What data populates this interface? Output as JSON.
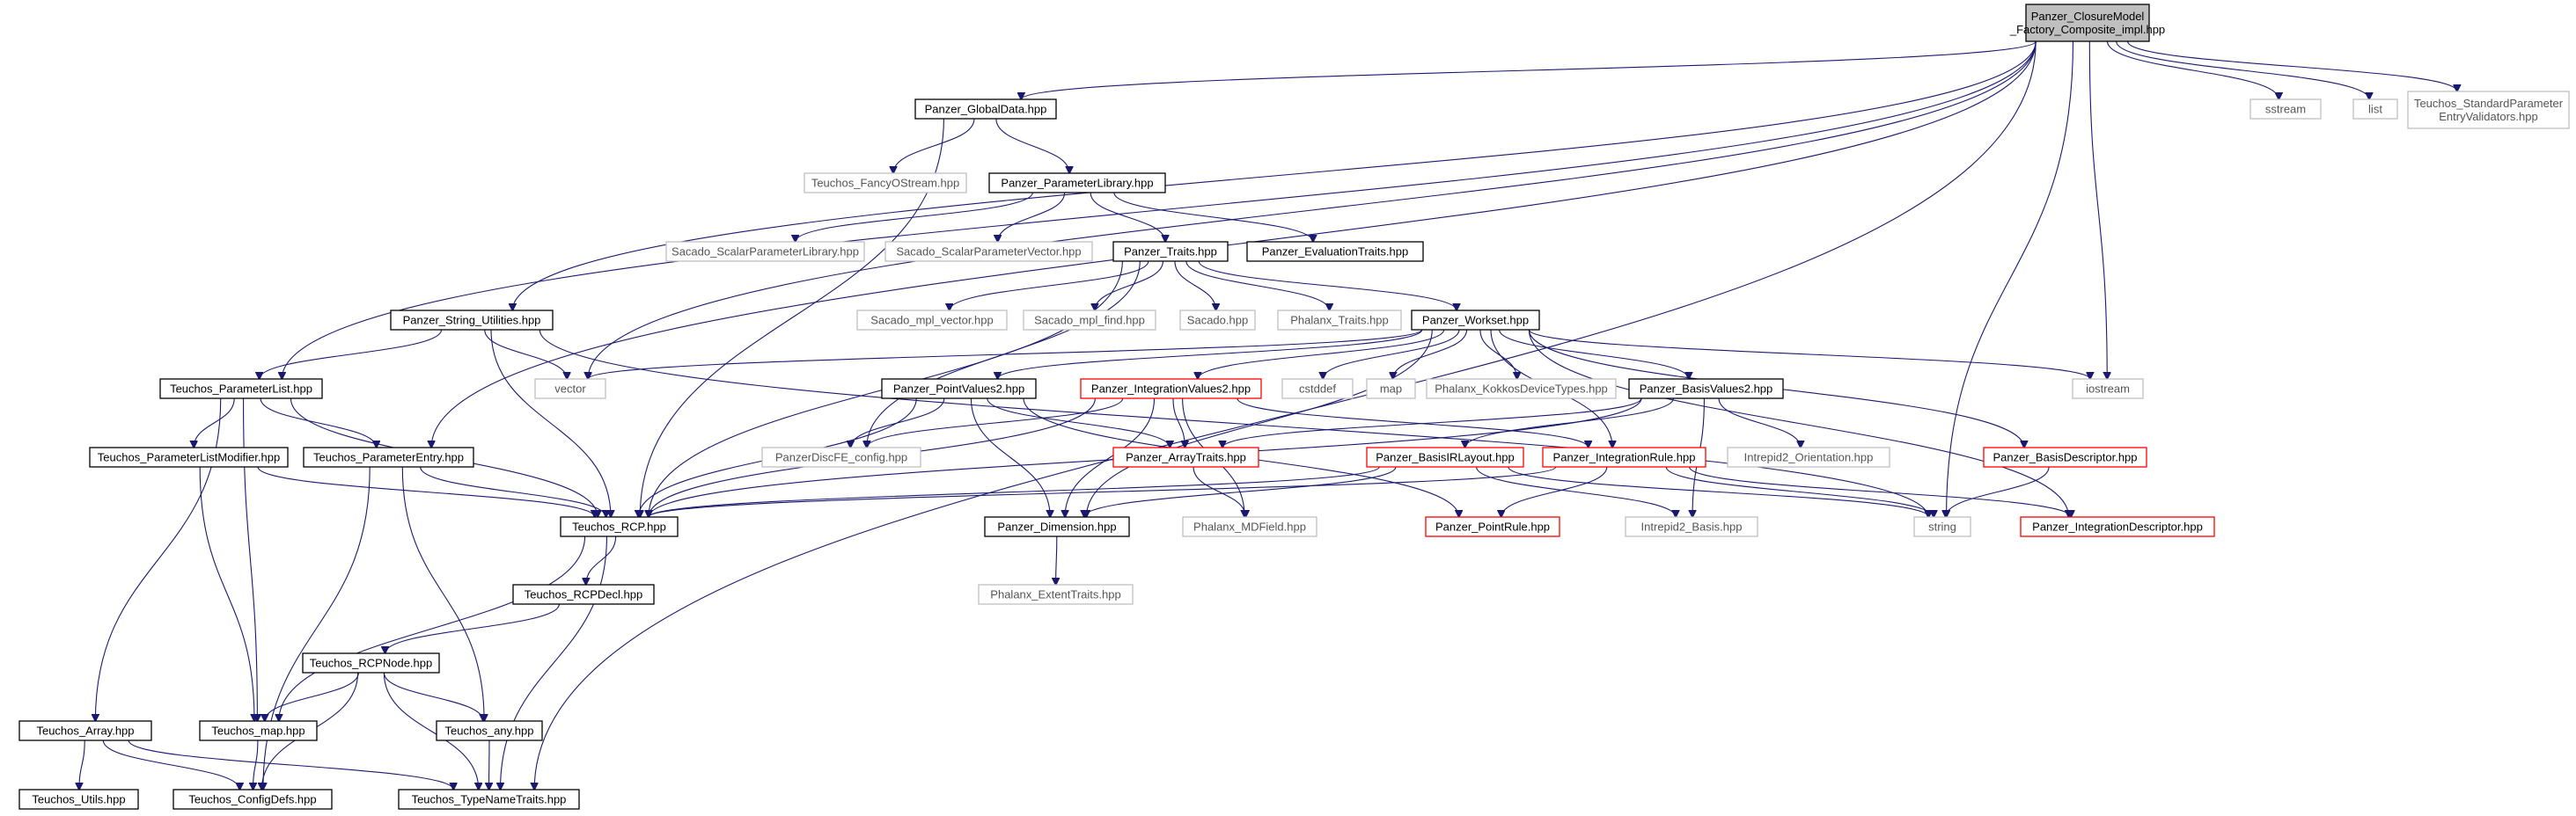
{
  "nodes": [
    {
      "id": "root",
      "lines": [
        "Panzer_ClosureModel",
        "_Factory_Composite_impl.hpp"
      ],
      "style": "root"
    },
    {
      "id": "global_data",
      "lines": [
        "Panzer_GlobalData.hpp"
      ],
      "style": "normal"
    },
    {
      "id": "sstream",
      "lines": [
        "sstream"
      ],
      "style": "external"
    },
    {
      "id": "list",
      "lines": [
        "list"
      ],
      "style": "external"
    },
    {
      "id": "std_param_validators",
      "lines": [
        "Teuchos_StandardParameter",
        "EntryValidators.hpp"
      ],
      "style": "external"
    },
    {
      "id": "fancy_ostream",
      "lines": [
        "Teuchos_FancyOStream.hpp"
      ],
      "style": "external"
    },
    {
      "id": "param_library",
      "lines": [
        "Panzer_ParameterLibrary.hpp"
      ],
      "style": "normal"
    },
    {
      "id": "scalar_param_library",
      "lines": [
        "Sacado_ScalarParameterLibrary.hpp"
      ],
      "style": "external"
    },
    {
      "id": "scalar_param_vector",
      "lines": [
        "Sacado_ScalarParameterVector.hpp"
      ],
      "style": "external"
    },
    {
      "id": "traits",
      "lines": [
        "Panzer_Traits.hpp"
      ],
      "style": "normal"
    },
    {
      "id": "evaluation_traits",
      "lines": [
        "Panzer_EvaluationTraits.hpp"
      ],
      "style": "normal"
    },
    {
      "id": "string_utilities",
      "lines": [
        "Panzer_String_Utilities.hpp"
      ],
      "style": "normal"
    },
    {
      "id": "mpl_vector",
      "lines": [
        "Sacado_mpl_vector.hpp"
      ],
      "style": "external"
    },
    {
      "id": "mpl_find",
      "lines": [
        "Sacado_mpl_find.hpp"
      ],
      "style": "external"
    },
    {
      "id": "sacado",
      "lines": [
        "Sacado.hpp"
      ],
      "style": "external"
    },
    {
      "id": "phalanx_traits",
      "lines": [
        "Phalanx_Traits.hpp"
      ],
      "style": "external"
    },
    {
      "id": "workset",
      "lines": [
        "Panzer_Workset.hpp"
      ],
      "style": "normal"
    },
    {
      "id": "param_list",
      "lines": [
        "Teuchos_ParameterList.hpp"
      ],
      "style": "normal"
    },
    {
      "id": "vector",
      "lines": [
        "vector"
      ],
      "style": "external"
    },
    {
      "id": "point_values2",
      "lines": [
        "Panzer_PointValues2.hpp"
      ],
      "style": "normal"
    },
    {
      "id": "integration_values2",
      "lines": [
        "Panzer_IntegrationValues2.hpp"
      ],
      "style": "red"
    },
    {
      "id": "cstddef",
      "lines": [
        "cstddef"
      ],
      "style": "external"
    },
    {
      "id": "map",
      "lines": [
        "map"
      ],
      "style": "external"
    },
    {
      "id": "kokkos_device_types",
      "lines": [
        "Phalanx_KokkosDeviceTypes.hpp"
      ],
      "style": "external"
    },
    {
      "id": "basis_values2",
      "lines": [
        "Panzer_BasisValues2.hpp"
      ],
      "style": "normal"
    },
    {
      "id": "iostream",
      "lines": [
        "iostream"
      ],
      "style": "external"
    },
    {
      "id": "param_list_modifier",
      "lines": [
        "Teuchos_ParameterListModifier.hpp"
      ],
      "style": "normal"
    },
    {
      "id": "param_entry",
      "lines": [
        "Teuchos_ParameterEntry.hpp"
      ],
      "style": "normal"
    },
    {
      "id": "discfe_config",
      "lines": [
        "PanzerDiscFE_config.hpp"
      ],
      "style": "external"
    },
    {
      "id": "array_traits",
      "lines": [
        "Panzer_ArrayTraits.hpp"
      ],
      "style": "red"
    },
    {
      "id": "basis_ir_layout",
      "lines": [
        "Panzer_BasisIRLayout.hpp"
      ],
      "style": "red"
    },
    {
      "id": "integration_rule",
      "lines": [
        "Panzer_IntegrationRule.hpp"
      ],
      "style": "red"
    },
    {
      "id": "orientation",
      "lines": [
        "Intrepid2_Orientation.hpp"
      ],
      "style": "external"
    },
    {
      "id": "basis_descriptor",
      "lines": [
        "Panzer_BasisDescriptor.hpp"
      ],
      "style": "red"
    },
    {
      "id": "rcp",
      "lines": [
        "Teuchos_RCP.hpp"
      ],
      "style": "normal"
    },
    {
      "id": "dimension",
      "lines": [
        "Panzer_Dimension.hpp"
      ],
      "style": "normal"
    },
    {
      "id": "mdfield",
      "lines": [
        "Phalanx_MDField.hpp"
      ],
      "style": "external"
    },
    {
      "id": "point_rule",
      "lines": [
        "Panzer_PointRule.hpp"
      ],
      "style": "red"
    },
    {
      "id": "intrepid2_basis",
      "lines": [
        "Intrepid2_Basis.hpp"
      ],
      "style": "external"
    },
    {
      "id": "string",
      "lines": [
        "string"
      ],
      "style": "external"
    },
    {
      "id": "integration_descriptor",
      "lines": [
        "Panzer_IntegrationDescriptor.hpp"
      ],
      "style": "red"
    },
    {
      "id": "rcp_decl",
      "lines": [
        "Teuchos_RCPDecl.hpp"
      ],
      "style": "normal"
    },
    {
      "id": "extent_traits",
      "lines": [
        "Phalanx_ExtentTraits.hpp"
      ],
      "style": "external"
    },
    {
      "id": "rcp_node",
      "lines": [
        "Teuchos_RCPNode.hpp"
      ],
      "style": "normal"
    },
    {
      "id": "teuchos_array",
      "lines": [
        "Teuchos_Array.hpp"
      ],
      "style": "normal"
    },
    {
      "id": "teuchos_map",
      "lines": [
        "Teuchos_map.hpp"
      ],
      "style": "normal"
    },
    {
      "id": "teuchos_any",
      "lines": [
        "Teuchos_any.hpp"
      ],
      "style": "normal"
    },
    {
      "id": "teuchos_utils",
      "lines": [
        "Teuchos_Utils.hpp"
      ],
      "style": "normal"
    },
    {
      "id": "config_defs",
      "lines": [
        "Teuchos_ConfigDefs.hpp"
      ],
      "style": "normal"
    },
    {
      "id": "type_name_traits",
      "lines": [
        "Teuchos_TypeNameTraits.hpp"
      ],
      "style": "normal"
    }
  ],
  "edges": [
    [
      "root",
      "global_data"
    ],
    [
      "root",
      "sstream"
    ],
    [
      "root",
      "list"
    ],
    [
      "root",
      "std_param_validators"
    ],
    [
      "root",
      "vector"
    ],
    [
      "root",
      "string_utilities"
    ],
    [
      "root",
      "param_list"
    ],
    [
      "root",
      "param_entry"
    ],
    [
      "root",
      "iostream"
    ],
    [
      "root",
      "string"
    ],
    [
      "root",
      "type_name_traits"
    ],
    [
      "global_data",
      "fancy_ostream"
    ],
    [
      "global_data",
      "param_library"
    ],
    [
      "global_data",
      "rcp"
    ],
    [
      "param_library",
      "scalar_param_library"
    ],
    [
      "param_library",
      "scalar_param_vector"
    ],
    [
      "param_library",
      "traits"
    ],
    [
      "param_library",
      "evaluation_traits"
    ],
    [
      "traits",
      "mpl_vector"
    ],
    [
      "traits",
      "mpl_find"
    ],
    [
      "traits",
      "sacado"
    ],
    [
      "traits",
      "phalanx_traits"
    ],
    [
      "traits",
      "workset"
    ],
    [
      "traits",
      "rcp"
    ],
    [
      "traits",
      "discfe_config"
    ],
    [
      "string_utilities",
      "param_list"
    ],
    [
      "string_utilities",
      "vector"
    ],
    [
      "string_utilities",
      "string"
    ],
    [
      "string_utilities",
      "rcp"
    ],
    [
      "workset",
      "vector"
    ],
    [
      "workset",
      "point_values2"
    ],
    [
      "workset",
      "integration_values2"
    ],
    [
      "workset",
      "cstddef"
    ],
    [
      "workset",
      "map"
    ],
    [
      "workset",
      "kokkos_device_types"
    ],
    [
      "workset",
      "basis_values2"
    ],
    [
      "workset",
      "iostream"
    ],
    [
      "workset",
      "basis_descriptor"
    ],
    [
      "workset",
      "integration_descriptor"
    ],
    [
      "workset",
      "dimension"
    ],
    [
      "workset",
      "integration_rule"
    ],
    [
      "param_list",
      "param_list_modifier"
    ],
    [
      "param_list",
      "param_entry"
    ],
    [
      "param_list",
      "rcp"
    ],
    [
      "param_list",
      "teuchos_array"
    ],
    [
      "param_list",
      "teuchos_map"
    ],
    [
      "param_list_modifier",
      "rcp"
    ],
    [
      "param_list_modifier",
      "teuchos_map"
    ],
    [
      "param_entry",
      "rcp"
    ],
    [
      "param_entry",
      "teuchos_any"
    ],
    [
      "param_entry",
      "config_defs"
    ],
    [
      "point_values2",
      "discfe_config"
    ],
    [
      "point_values2",
      "array_traits"
    ],
    [
      "point_values2",
      "rcp"
    ],
    [
      "point_values2",
      "dimension"
    ],
    [
      "point_values2",
      "point_rule"
    ],
    [
      "integration_values2",
      "discfe_config"
    ],
    [
      "integration_values2",
      "array_traits"
    ],
    [
      "integration_values2",
      "integration_rule"
    ],
    [
      "integration_values2",
      "rcp"
    ],
    [
      "integration_values2",
      "dimension"
    ],
    [
      "integration_values2",
      "mdfield"
    ],
    [
      "basis_values2",
      "array_traits"
    ],
    [
      "basis_values2",
      "basis_ir_layout"
    ],
    [
      "basis_values2",
      "orientation"
    ],
    [
      "basis_values2",
      "intrepid2_basis"
    ],
    [
      "basis_values2",
      "rcp"
    ],
    [
      "array_traits",
      "mdfield"
    ],
    [
      "basis_ir_layout",
      "rcp"
    ],
    [
      "basis_ir_layout",
      "dimension"
    ],
    [
      "basis_ir_layout",
      "intrepid2_basis"
    ],
    [
      "basis_ir_layout",
      "string"
    ],
    [
      "integration_rule",
      "point_rule"
    ],
    [
      "integration_rule",
      "rcp"
    ],
    [
      "integration_rule",
      "string"
    ],
    [
      "integration_rule",
      "integration_descriptor"
    ],
    [
      "basis_descriptor",
      "string"
    ],
    [
      "dimension",
      "extent_traits"
    ],
    [
      "rcp",
      "rcp_decl"
    ],
    [
      "rcp",
      "teuchos_map"
    ],
    [
      "rcp",
      "type_name_traits"
    ],
    [
      "rcp_decl",
      "rcp_node"
    ],
    [
      "rcp_node",
      "teuchos_map"
    ],
    [
      "rcp_node",
      "teuchos_any"
    ],
    [
      "rcp_node",
      "config_defs"
    ],
    [
      "rcp_node",
      "type_name_traits"
    ],
    [
      "teuchos_array",
      "teuchos_utils"
    ],
    [
      "teuchos_array",
      "config_defs"
    ],
    [
      "teuchos_array",
      "type_name_traits"
    ],
    [
      "teuchos_map",
      "config_defs"
    ],
    [
      "teuchos_any",
      "type_name_traits"
    ]
  ],
  "colors": {
    "edge": "#191970",
    "normal_border": "#000000",
    "red_border": "#ff0000",
    "external_border": "#bfbfbf",
    "external_text": "#555555",
    "root_fill": "#bfbfbf",
    "fill": "#ffffff"
  }
}
